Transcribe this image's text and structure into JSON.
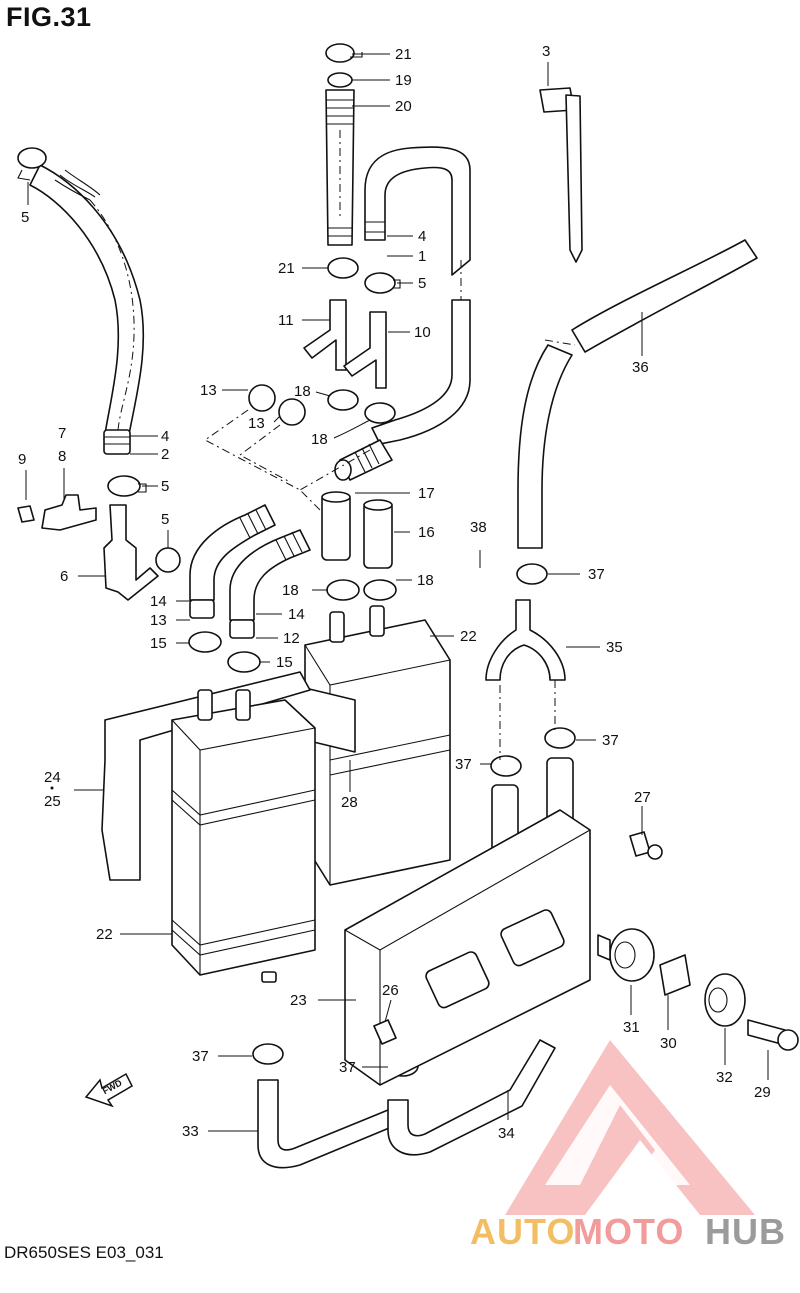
{
  "figure": {
    "title": "FIG.31",
    "code": "DR650SES E03_031",
    "fwd_label": "FWD"
  },
  "watermark": {
    "part1": "AUTO",
    "part2": "MOTO",
    "part3": "HUB",
    "color_auto": "#f2b24a",
    "color_moto": "#f08a8a",
    "color_hub": "#8a8a8a"
  },
  "callouts": {
    "c21a": "21",
    "c19": "19",
    "c20": "20",
    "c3": "3",
    "c5a": "5",
    "c4a": "4",
    "c1": "1",
    "c21b": "21",
    "c5b": "5",
    "c11": "11",
    "c10": "10",
    "c36": "36",
    "c13a": "13",
    "c18a": "18",
    "c13b": "13",
    "c18b": "18",
    "c7": "7",
    "c8": "8",
    "c9": "9",
    "c4b": "4",
    "c2": "2",
    "c5c": "5",
    "c17": "17",
    "c5d": "5",
    "c16": "16",
    "c38": "38",
    "c6": "6",
    "c37a": "37",
    "c18c": "18",
    "c18d": "18",
    "c14a": "14",
    "c13c": "13",
    "c14b": "14",
    "c12": "12",
    "c22a": "22",
    "c15a": "15",
    "c15b": "15",
    "c35": "35",
    "c37b": "37",
    "c37c": "37",
    "c24": "24",
    "c25": "25",
    "c28": "28",
    "c27": "27",
    "c22b": "22",
    "c23": "23",
    "c26": "26",
    "c31": "31",
    "c30": "30",
    "c32": "32",
    "c29": "29",
    "c37d": "37",
    "c37e": "37",
    "c33": "33",
    "c34": "34"
  }
}
